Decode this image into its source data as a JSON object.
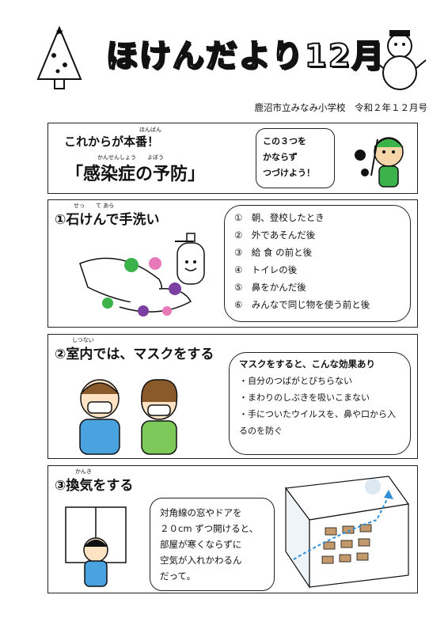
{
  "header": {
    "title": "ほけんだより12月",
    "school_line": "鹿沼市立みなみ小学校　令和２年１２月号"
  },
  "intro": {
    "headline": "これからが本番！",
    "ruby_headline": "ほんばん",
    "main": "「感染症の予防」",
    "ruby_main": "かんせんしょう　　よぼう",
    "bubble_lines": [
      "この３つを",
      "かならず",
      "つづけよう！"
    ]
  },
  "section1": {
    "title": "①石けんで手洗い",
    "ruby": "せっ　　て あら",
    "items": [
      "①　朝、登校したとき",
      "②　外であそんだ後",
      "③　給 食 の前と後",
      "④　トイレの後",
      "⑤　鼻をかんだ後",
      "⑥　みんなで同じ物を使う前と後"
    ]
  },
  "section2": {
    "title": "②室内では、マスクをする",
    "ruby": "しつない",
    "bubble_title": "マスクをすると、こんな効果あり",
    "items": [
      "・自分のつばがとびちらない",
      "・まわりのしぶきを吸いこまない",
      "・手についたウイルスを、鼻や口から入るのを防ぐ"
    ]
  },
  "section3": {
    "title": "③換気をする",
    "ruby": "かんき",
    "bubble_lines": [
      "対角線の窓やドアを",
      "２０cm ずつ開けると、",
      "部屋が寒くならずに",
      "空気が入れかわるん",
      "だって。"
    ]
  },
  "colors": {
    "line": "#222222",
    "germ_green": "#3bb34a",
    "germ_pink": "#e879b8",
    "germ_purple": "#7a3fa0",
    "arrow_blue": "#2f8fd8"
  }
}
